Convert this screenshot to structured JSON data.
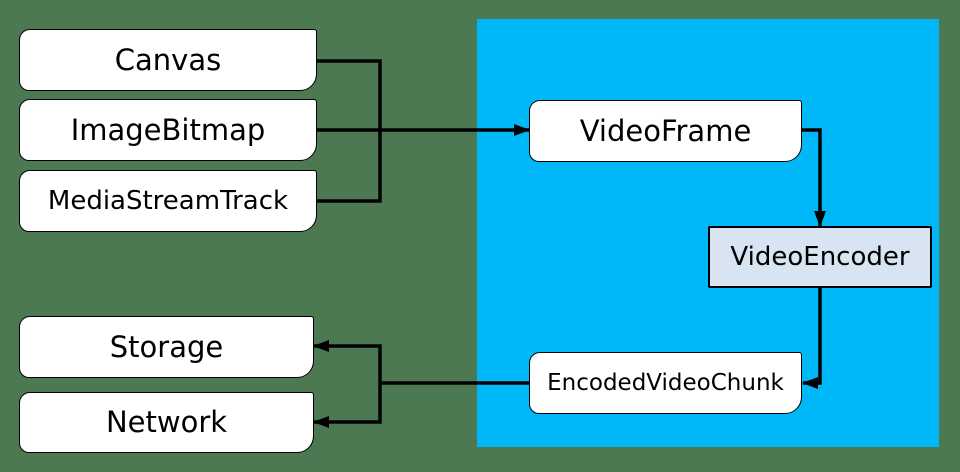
{
  "diagram": {
    "colors": {
      "background": "#4C7852",
      "region": "#00B8F8",
      "node_fill": "#FFFFFF",
      "encoder_node_fill": "#D8E4F2",
      "line": "#000000"
    },
    "nodes": {
      "canvas": {
        "label": "Canvas"
      },
      "image_bitmap": {
        "label": "ImageBitmap"
      },
      "media_stream_track": {
        "label": "MediaStreamTrack"
      },
      "video_frame": {
        "label": "VideoFrame"
      },
      "video_encoder": {
        "label": "VideoEncoder"
      },
      "encoded_video_chunk": {
        "label": "EncodedVideoChunk"
      },
      "storage": {
        "label": "Storage"
      },
      "network": {
        "label": "Network"
      }
    },
    "edges": [
      {
        "from": "Canvas",
        "to": "VideoFrame"
      },
      {
        "from": "ImageBitmap",
        "to": "VideoFrame"
      },
      {
        "from": "MediaStreamTrack",
        "to": "VideoFrame"
      },
      {
        "from": "VideoFrame",
        "to": "VideoEncoder"
      },
      {
        "from": "VideoEncoder",
        "to": "EncodedVideoChunk"
      },
      {
        "from": "EncodedVideoChunk",
        "to": "Storage"
      },
      {
        "from": "EncodedVideoChunk",
        "to": "Network"
      }
    ]
  }
}
